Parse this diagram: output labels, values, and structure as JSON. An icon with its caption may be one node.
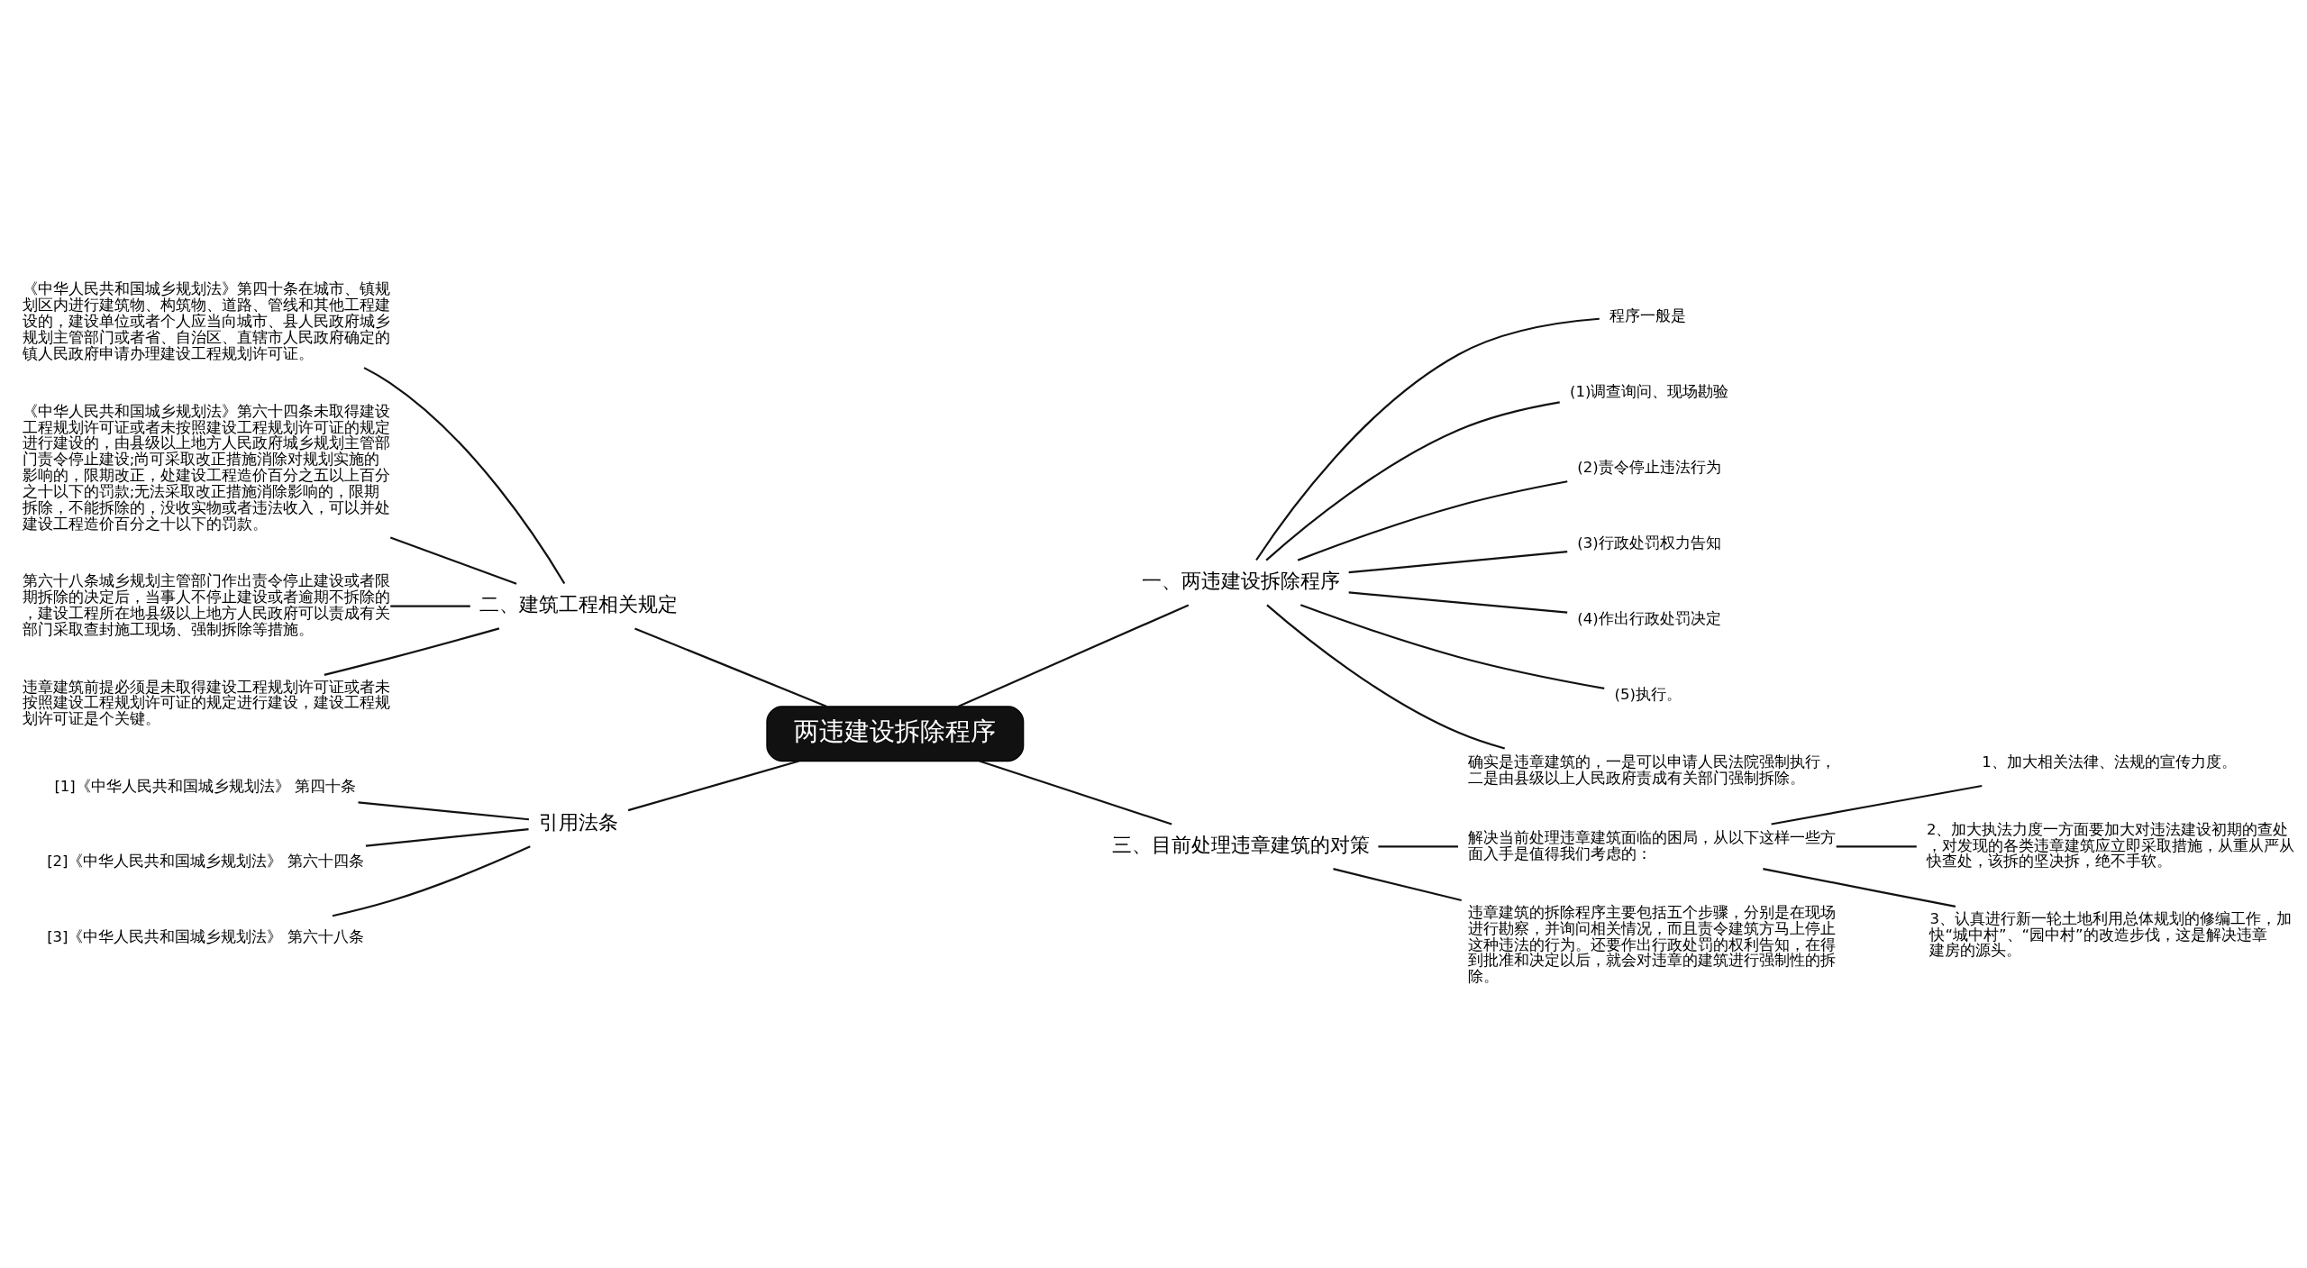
{
  "diagram": {
    "nodes": [
      {
        "text": [
          "两违建设拆除程序"
        ]
      },
      {
        "text": [
          "一、两违建设拆除程序"
        ]
      },
      {
        "text": [
          "程序一般是"
        ]
      },
      {
        "text": [
          "(1)调查询问、现场勘验"
        ]
      },
      {
        "text": [
          "(2)责令停止违法行为"
        ]
      },
      {
        "text": [
          "(3)行政处罚权力告知"
        ]
      },
      {
        "text": [
          "(4)作出行政处罚决定"
        ]
      },
      {
        "text": [
          "(5)执行。"
        ]
      },
      {
        "text": [
          "确实是违章建筑的，一是可以申请人民法院强制执行，二是由县级以上人民政府责成有关部门强制拆除。"
        ]
      },
      {
        "text": [
          "二、建筑工程相关规定"
        ]
      },
      {
        "text": [
          "《中华人民共和国城乡规划法》第四十条在城市、镇规划区内进行建筑物、构筑物、道路、管线和其他工程建设的，建设单位或者个人应当向城市、县人民政府城乡规划主管部门或者省、自治区、直辖市人民政府确定的镇人民政府申请办理建设工程规划许可证。"
        ]
      },
      {
        "text": [
          "《中华人民共和国城乡规划法》第六十四条未取得建设工程规划许可证或者未按照建设工程规划许可证的规定进行建设的，由县级以上地方人民政府城乡规划主管部门责令停止建设;尚可采取改正措施消除对规划实施的影响的，限期改正，处建设工程造价百分之五以上百分之十以下的罚款;无法采取改正措施消除影响的，限期拆除，不能拆除的，没收实物或者违法收入，可以并处建设工程造价百分之十以下的罚款。"
        ]
      },
      {
        "text": [
          "第六十八条城乡规划主管部门作出责令停止建设或者限期拆除的决定后，当事人不停止建设或者逾期不拆除的，建设工程所在地县级以上地方人民政府可以责成有关部门采取查封施工现场、强制拆除等措施。"
        ]
      },
      {
        "text": [
          "违章建筑前提必须是未取得建设工程规划许可证或者未按照建设工程规划许可证的规定进行建设，建设工程规划许可证是个关键。"
        ]
      },
      {
        "text": [
          "引用法条"
        ]
      },
      {
        "text": [
          "[1]《中华人民共和国城乡规划法》 第四十条"
        ]
      },
      {
        "text": [
          "[2]《中华人民共和国城乡规划法》 第六十四条"
        ]
      },
      {
        "text": [
          "[3]《中华人民共和国城乡规划法》 第六十八条"
        ]
      },
      {
        "text": [
          "三、目前处理违章建筑的对策"
        ]
      },
      {
        "text": [
          "解决当前处理违章建筑面临的困局，从以下这样一些方面入手是值得我们考虑的："
        ]
      },
      {
        "text": [
          "1、加大相关法律、法规的宣传力度。"
        ]
      },
      {
        "text": [
          "2、加大执法力度一方面要加大对违法建设初期的查处，对发现的各类违章建筑应立即采取措施，从重从严从快查处，该拆的坚决拆，绝不手软。"
        ]
      },
      {
        "text": [
          "3、认真进行新一轮土地利用总体规划的修编工作，加快“城中村”、“园中村”的改造步伐，这是解决违章建房的源头。"
        ]
      },
      {
        "text": [
          "违章建筑的拆除程序主要包括五个步骤，分别是在现场进行勘察，并询问相关情况，而且责令建筑方马上停止这种违法的行为。还要作出行政处罚的权利告知，在得到批准和决定以后，就会对违章的建筑进行强制性的拆除。"
        ]
      }
    ],
    "edges": [
      {
        "from": 0,
        "to": 1,
        "arrow": "none"
      },
      {
        "from": 1,
        "to": 2,
        "arrow": "none"
      },
      {
        "from": 1,
        "to": 3,
        "arrow": "none"
      },
      {
        "from": 1,
        "to": 4,
        "arrow": "none"
      },
      {
        "from": 1,
        "to": 5,
        "arrow": "none"
      },
      {
        "from": 1,
        "to": 6,
        "arrow": "none"
      },
      {
        "from": 1,
        "to": 7,
        "arrow": "none"
      },
      {
        "from": 1,
        "to": 8,
        "arrow": "none"
      },
      {
        "from": 0,
        "to": 9,
        "arrow": "none"
      },
      {
        "from": 9,
        "to": 10,
        "arrow": "none"
      },
      {
        "from": 9,
        "to": 11,
        "arrow": "none"
      },
      {
        "from": 9,
        "to": 12,
        "arrow": "none"
      },
      {
        "from": 9,
        "to": 13,
        "arrow": "none"
      },
      {
        "from": 0,
        "to": 14,
        "arrow": "none"
      },
      {
        "from": 14,
        "to": 15,
        "arrow": "none"
      },
      {
        "from": 14,
        "to": 16,
        "arrow": "none"
      },
      {
        "from": 14,
        "to": 17,
        "arrow": "none"
      },
      {
        "from": 0,
        "to": 18,
        "arrow": "none"
      },
      {
        "from": 18,
        "to": 19,
        "arrow": "none"
      },
      {
        "from": 19,
        "to": 20,
        "arrow": "none"
      },
      {
        "from": 19,
        "to": 21,
        "arrow": "none"
      },
      {
        "from": 19,
        "to": 22,
        "arrow": "none"
      },
      {
        "from": 18,
        "to": 23,
        "arrow": "none"
      }
    ]
  }
}
